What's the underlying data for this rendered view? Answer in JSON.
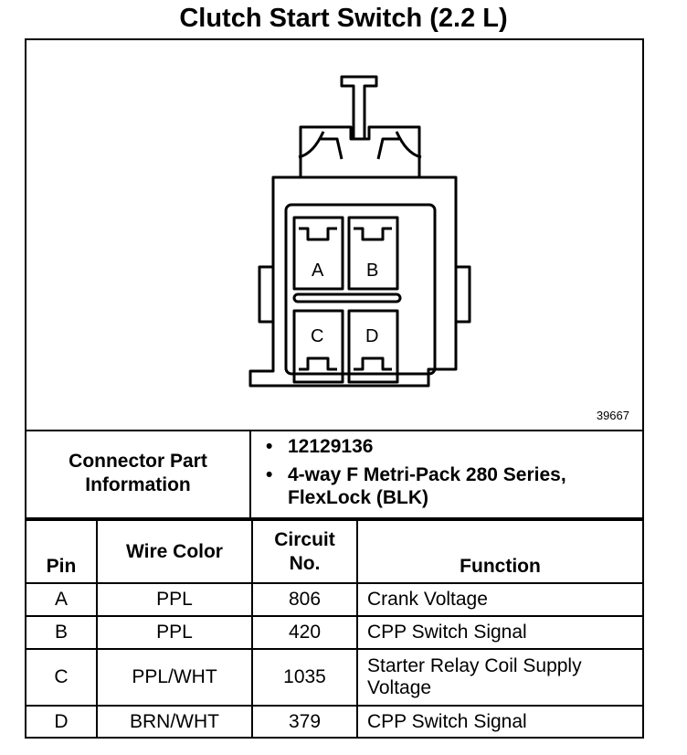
{
  "title": "Clutch Start Switch (2.2 L)",
  "diagram": {
    "figure_number": "39667",
    "pins": [
      "A",
      "B",
      "C",
      "D"
    ]
  },
  "connector_info": {
    "label": "Connector Part Information",
    "items": [
      "12129136",
      "4-way F Metri-Pack 280 Series, FlexLock (BLK)"
    ]
  },
  "table": {
    "headers": {
      "pin": "Pin",
      "wire_color": "Wire Color",
      "circuit_no": "Circuit No.",
      "function": "Function"
    },
    "rows": [
      {
        "pin": "A",
        "wire_color": "PPL",
        "circuit": "806",
        "function": "Crank Voltage"
      },
      {
        "pin": "B",
        "wire_color": "PPL",
        "circuit": "420",
        "function": "CPP Switch Signal"
      },
      {
        "pin": "C",
        "wire_color": "PPL/WHT",
        "circuit": "1035",
        "function": "Starter Relay Coil Supply Voltage"
      },
      {
        "pin": "D",
        "wire_color": "BRN/WHT",
        "circuit": "379",
        "function": "CPP Switch Signal"
      }
    ]
  }
}
